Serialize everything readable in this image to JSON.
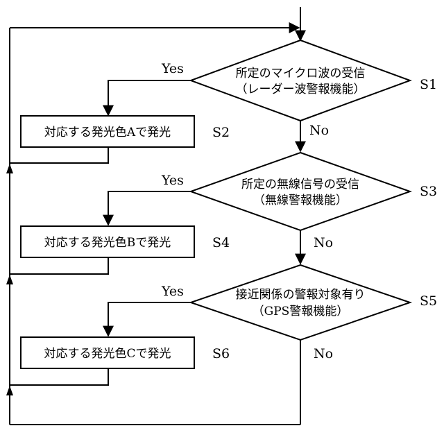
{
  "decisions": [
    {
      "line1": "所定のマイクロ波の受信",
      "line2": "（レーダー波警報機能）",
      "step": "S1",
      "yes": "Yes",
      "no": "No"
    },
    {
      "line1": "所定の無線信号の受信",
      "line2": "（無線警報機能）",
      "step": "S3",
      "yes": "Yes",
      "no": "No"
    },
    {
      "line1": "接近関係の警報対象有り",
      "line2": "（GPS警報機能）",
      "step": "S5",
      "yes": "Yes",
      "no": "No"
    }
  ],
  "actions": [
    {
      "text": "対応する発光色Aで発光",
      "step": "S2"
    },
    {
      "text": "対応する発光色Bで発光",
      "step": "S4"
    },
    {
      "text": "対応する発光色Cで発光",
      "step": "S6"
    }
  ]
}
